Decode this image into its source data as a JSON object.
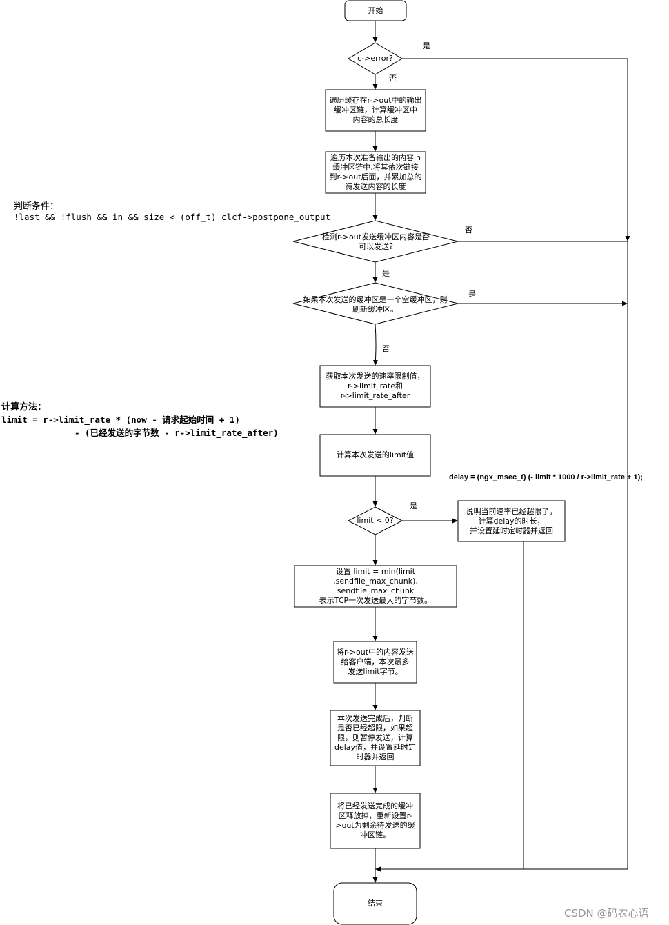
{
  "nodes": {
    "start": "开始",
    "check_error": "c->error?",
    "step_traverse_cached": "遍历缓存在r->out中的输出\n缓冲区链，计算缓冲区中\n内容的总长度",
    "step_append_in": "遍历本次准备输出的内容in\n缓冲区链中,将其依次链接\n到r->out后面，并累加总的\n待发送内容的长度",
    "check_can_send": "检测r->out发送缓冲区内容是否\n可以发送?",
    "check_empty_buffer": "如果本次发送的缓冲区是一个空缓冲区，则\n刷新缓冲区。",
    "step_get_rate": "获取本次发送的速率限制值，\nr->limit_rate和\nr->limit_rate_after",
    "step_calc_limit": "计算本次发送的limit值",
    "check_limit": "limit < 0?",
    "step_set_delay": "说明当前速率已经超限了，\n计算delay的时长，\n并设置延时定时器并返回",
    "step_set_limit": "设置 limit = min(limit ,sendfile_max_chunk),\nsendfile_max_chunk\n表示TCP一次发送最大的字节数。",
    "step_send": "将r->out中的内容发送\n给客户端，本次最多\n发送limit字节。",
    "step_after_send": "本次发送完成后，判断\n是否已经超限，如果超\n限，则暂停发送，计算\ndelay值，并设置延时定\n时器并返回",
    "step_release": "将已经发送完成的缓冲\n区释放掉，重新设置r-\n>out为剩余待发送的缓\n冲区链。",
    "end": "结束"
  },
  "edge_labels": {
    "error_yes": "是",
    "error_no": "否",
    "can_send_no": "否",
    "can_send_yes": "是",
    "empty_yes": "是",
    "empty_no": "否",
    "limit_yes": "是"
  },
  "notes": {
    "condition_title": "判断条件：",
    "condition_code": "!last && !flush && in && size < (off_t) clcf->postpone_output",
    "calc_title": "计算方法：",
    "calc_line1": "limit = r->limit_rate * (now - 请求起始时间 + 1)",
    "calc_line2": "- (已经发送的字节数 - r->limit_rate_after)",
    "delay_formula": "delay = (ngx_msec_t) (- limit * 1000 / r->limit_rate + 1);"
  },
  "watermark": "CSDN @码农心语",
  "colors": {
    "stroke": "#000000",
    "background": "#ffffff",
    "watermark": "#999999"
  }
}
